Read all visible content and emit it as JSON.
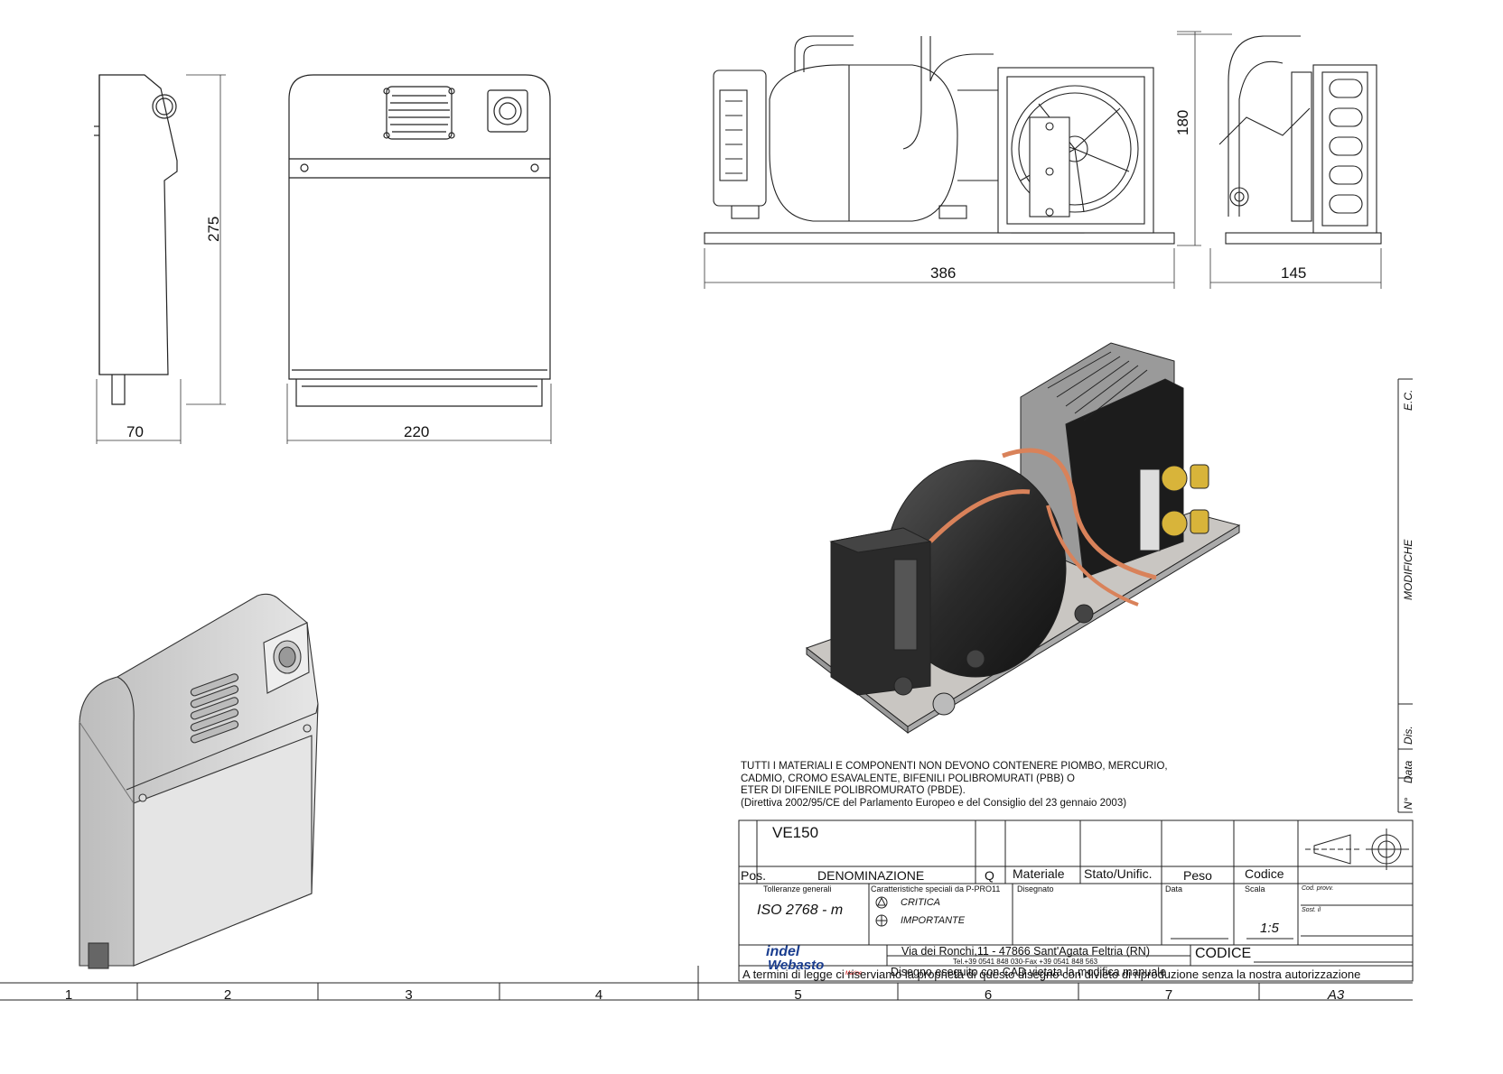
{
  "dimensions": {
    "side_height": "275",
    "side_depth": "70",
    "front_width": "220",
    "unit_height": "180",
    "unit_length": "386",
    "unit_depth": "145"
  },
  "note": {
    "line1": "TUTTI I MATERIALI E COMPONENTI NON DEVONO CONTENERE PIOMBO, MERCURIO,",
    "line2": "CADMIO, CROMO ESAVALENTE, BIFENILI POLIBROMURATI (PBB) O",
    "line3": "ETER DI DIFENILE POLIBROMURATO (PBDE).",
    "line4": "(Direttiva 2002/95/CE del Parlamento Europeo e del Consiglio del 23 gennaio 2003)"
  },
  "title_block": {
    "part_name": "VE150",
    "headers": {
      "pos": "Pos.",
      "denominazione": "DENOMINAZIONE",
      "q": "Q",
      "materiale": "Materiale",
      "stato": "Stato/Unific.",
      "peso": "Peso",
      "codice": "Codice"
    },
    "tolleranze_label": "Tolleranze generali",
    "tolleranze_value": "ISO 2768 - m",
    "caratteristiche_label": "Caratteristiche speciali da P-PRO11",
    "critica": "CRITICA",
    "importante": "IMPORTANTE",
    "disegnato": "Disegnato",
    "data": "Data",
    "scala_label": "Scala",
    "scala_value": "1:5",
    "cod_provv": "Cod. provv.",
    "sost": "Sost. il",
    "address": "Via dei Ronchi,11 - 47866 Sant'Agata Feltria (RN)",
    "phone": "Tel.+39 0541 848 030-Fax +39 0541 848 563",
    "cad_note": "Disegno eseguito con CAD vietata la modifica manuale",
    "codice_big": "CODICE",
    "legal": "A termini di legge ci riserviamo la proprietà di questo disegno con divieto di riproduzione senza la nostra autorizzazione",
    "logo_top": "indel",
    "logo_bottom": "Webasto",
    "logo_sub": "Marine"
  },
  "revision_block": {
    "ec": "E.C.",
    "modifiche": "MODIFICHE",
    "dis": "Dis.",
    "data": "Data",
    "num": "N°"
  },
  "grid": {
    "columns": [
      "1",
      "2",
      "3",
      "4",
      "5",
      "6",
      "7"
    ],
    "sheet_size": "A3"
  }
}
